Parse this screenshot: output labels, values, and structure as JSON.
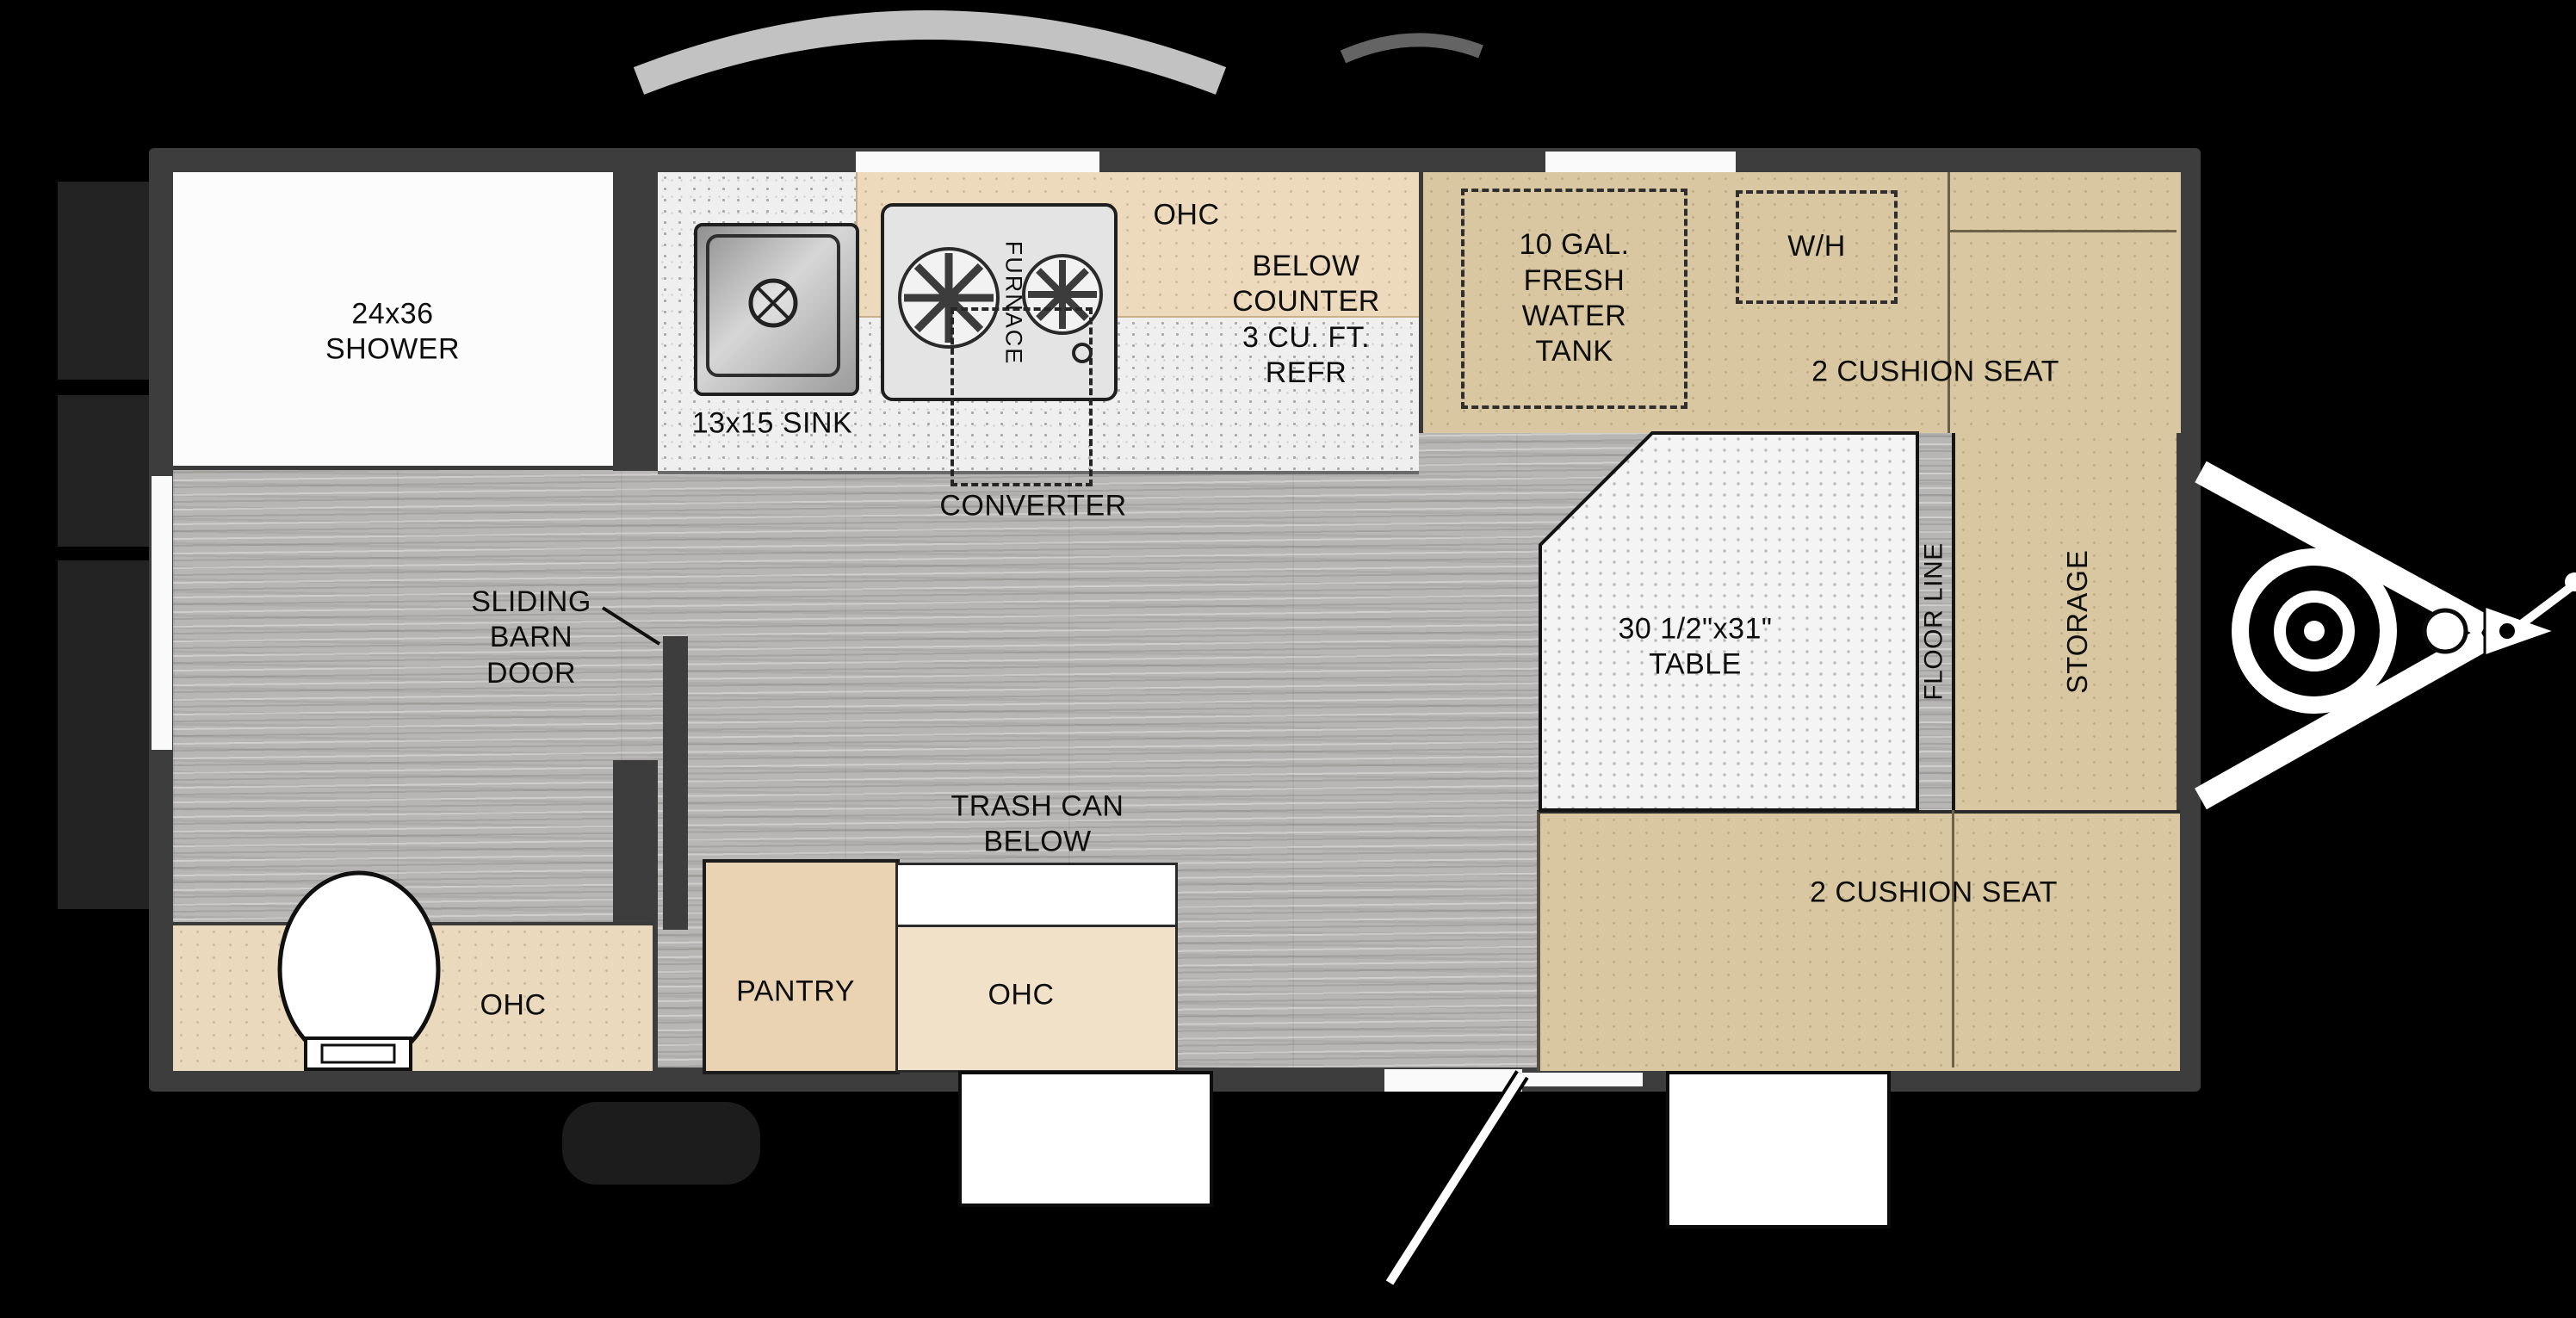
{
  "labels": {
    "shower": "24x36\nSHOWER",
    "sink": "13x15 SINK",
    "furnace": "FURNACE",
    "ohc_kitchen": "OHC",
    "refrigerator": "BELOW\nCOUNTER\n3 CU. FT.\nREFR",
    "converter": "CONVERTER",
    "fresh_water_tank": "10 GAL.\nFRESH\nWATER\nTANK",
    "water_heater": "W/H",
    "seat_top": "2 CUSHION SEAT",
    "table": "30 1/2\"x31\"\nTABLE",
    "floor_line": "FLOOR LINE",
    "storage": "STORAGE",
    "seat_bottom": "2 CUSHION SEAT",
    "sliding_barn_door": "SLIDING\nBARN\nDOOR",
    "trash_can": "TRASH CAN\nBELOW",
    "pantry": "PANTRY",
    "ohc_galley": "OHC",
    "ohc_bath": "OHC"
  },
  "colors": {
    "background": "#000000",
    "wall": "#3d3d3d",
    "floor": "#b7b6b4",
    "counter": "#efefef",
    "overhead_cabinet_tan": "#eddabd",
    "cushion_tan": "#d8c7a0",
    "bath_cabinet_tan": "#ebd9bd",
    "pantry_tan": "#ead3b3",
    "shower_white": "#fcfcfc",
    "line": "#161616"
  }
}
